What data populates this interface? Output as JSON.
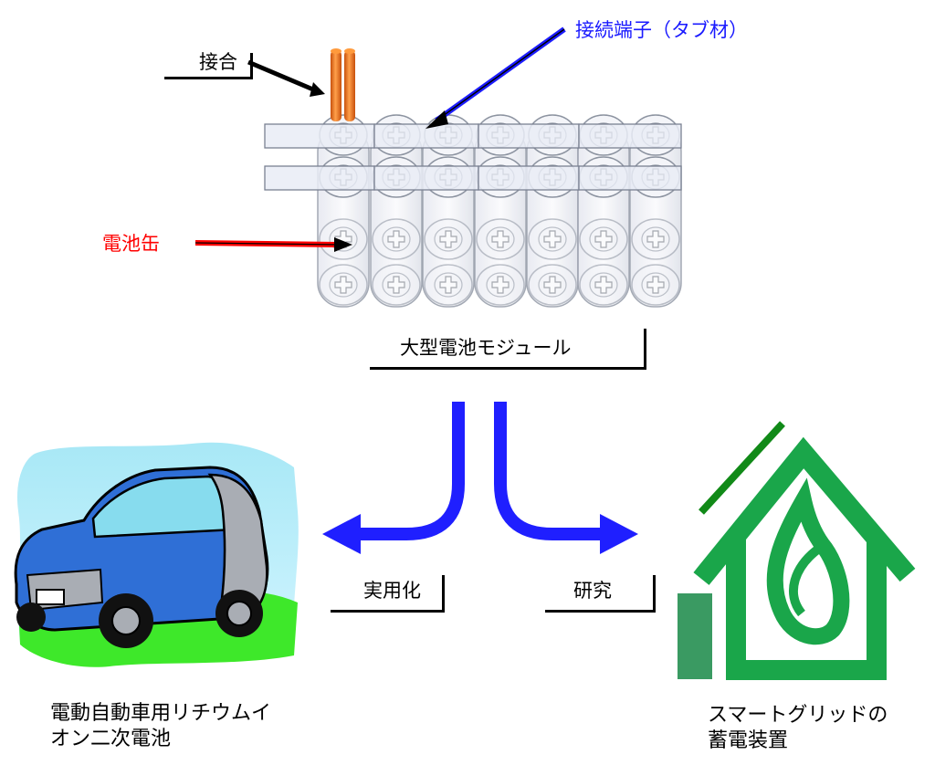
{
  "labels": {
    "joint": "接合",
    "tab": "接続端子（タブ材）",
    "can": "電池缶",
    "module": "大型電池モジュール",
    "practical": "実用化",
    "research": "研究",
    "ev_line1": "電動自動車用リチウムイ",
    "ev_line2": "オン二次電池",
    "grid_line1": "スマートグリッドの",
    "grid_line2": "蓄電装置"
  },
  "colors": {
    "tab_label": "#1a1aff",
    "can_label": "#ff0000",
    "flow_arrow": "#1f1fff",
    "house": "#1aa64a",
    "car_body": "#2f6fd6",
    "electrode": "#f07a1c"
  },
  "icons": {
    "car": "compact-car-illustration",
    "house": "eco-house-leaf-icon"
  }
}
